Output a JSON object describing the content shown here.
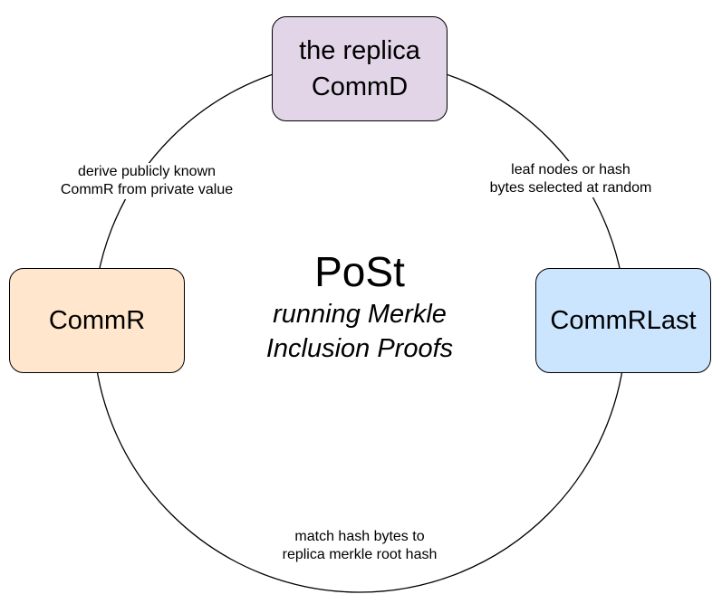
{
  "diagram": {
    "center": {
      "title": "PoSt",
      "subtitle_line1": "running Merkle",
      "subtitle_line2": "Inclusion Proofs"
    },
    "nodes": {
      "top": {
        "line1": "the replica",
        "line2": "CommD",
        "fill_color": "#e1d5e7"
      },
      "left": {
        "label": "CommR",
        "fill_color": "#ffe6cc"
      },
      "right": {
        "label": "CommRLast",
        "fill_color": "#cce5ff"
      }
    },
    "edge_labels": {
      "top_left": {
        "line1": "derive publicly known",
        "line2": "CommR from private value"
      },
      "top_right": {
        "line1": "leaf nodes or hash",
        "line2": "bytes selected at random"
      },
      "bottom": {
        "line1": "match hash bytes to",
        "line2": "replica merkle root hash"
      }
    },
    "ring_color": "#000000"
  }
}
